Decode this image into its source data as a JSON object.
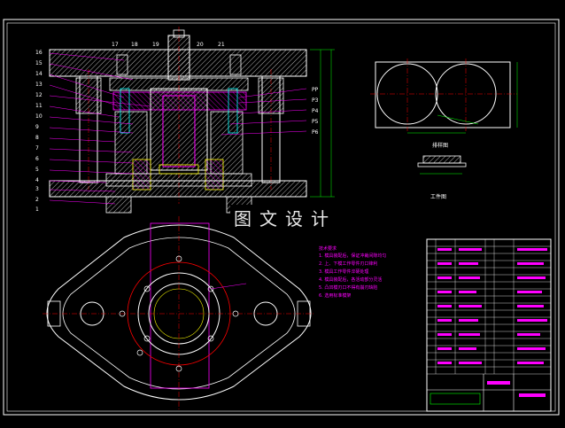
{
  "watermark": "图文设计",
  "part_numbers_left": [
    "16",
    "15",
    "14",
    "13",
    "12",
    "11",
    "10",
    "9",
    "8",
    "7",
    "6",
    "5",
    "4",
    "3",
    "2",
    "1"
  ],
  "part_numbers_top": [
    "17",
    "18",
    "19",
    "20",
    "21"
  ],
  "part_numbers_right": [
    "PP",
    "P3",
    "P4",
    "P5",
    "P6"
  ],
  "workpiece_label": "排样图",
  "part_label": "工件图",
  "notes_title": "技术要求",
  "notes_lines": [
    "1. 模具装配后，保证冲裁间隙均匀",
    "2. 上、下模工作零件刃口锋利",
    "3. 模具工作零件淬硬处理",
    "4. 模具装配后，各活动部分灵活",
    "5. 凸凹模刃口不得有崩刃缺陷",
    "6. 选用标准模架"
  ],
  "colors": {
    "frame": "#ffffff",
    "hatch": "#ffffff",
    "magenta": "#ff00ff",
    "cyan": "#00ffff",
    "yellow": "#ffff00",
    "red": "#ff0000",
    "green": "#00ff00",
    "blue": "#3060ff"
  }
}
